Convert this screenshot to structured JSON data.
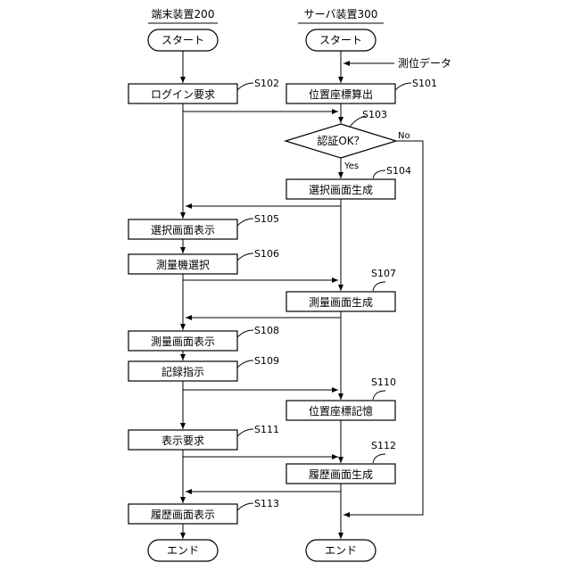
{
  "lanes": {
    "terminal": {
      "title": "端末装置200"
    },
    "server": {
      "title": "サーバ装置300"
    }
  },
  "input_label": "測位データ",
  "nodes": {
    "t_start": {
      "label": "スタート"
    },
    "s_start": {
      "label": "スタート"
    },
    "s101": {
      "label": "位置座標算出",
      "step": "S101"
    },
    "s102": {
      "label": "ログイン要求",
      "step": "S102"
    },
    "s103": {
      "label": "認証OK？",
      "step": "S103",
      "no": "No",
      "yes": "Yes"
    },
    "s104": {
      "label": "選択画面生成",
      "step": "S104"
    },
    "s105": {
      "label": "選択画面表示",
      "step": "S105"
    },
    "s106": {
      "label": "測量機選択",
      "step": "S106"
    },
    "s107": {
      "label": "測量画面生成",
      "step": "S107"
    },
    "s108": {
      "label": "測量画面表示",
      "step": "S108"
    },
    "s109": {
      "label": "記録指示",
      "step": "S109"
    },
    "s110": {
      "label": "位置座標記憶",
      "step": "S110"
    },
    "s111": {
      "label": "表示要求",
      "step": "S111"
    },
    "s112": {
      "label": "履歴画面生成",
      "step": "S112"
    },
    "s113": {
      "label": "履歴画面表示",
      "step": "S113"
    },
    "t_end": {
      "label": "エンド"
    },
    "s_end": {
      "label": "エンド"
    }
  }
}
